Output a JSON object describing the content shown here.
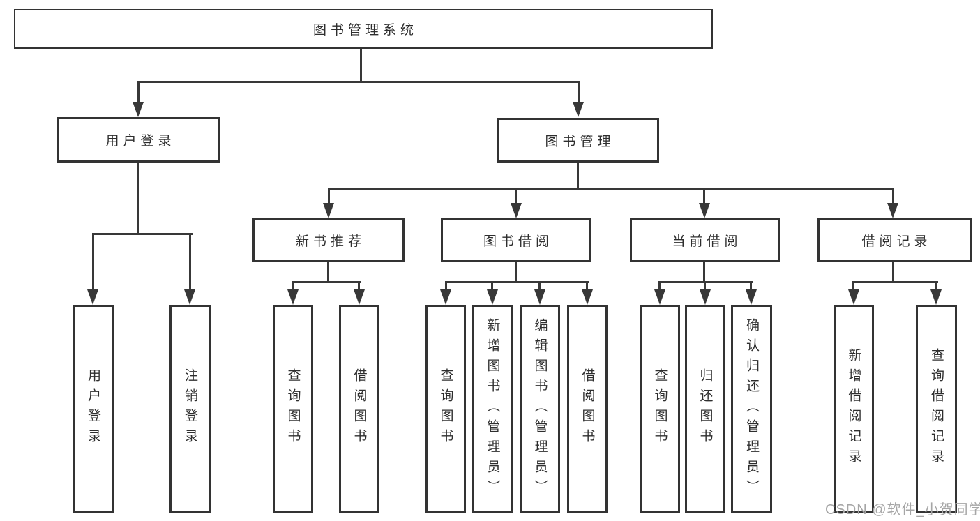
{
  "diagram": {
    "root": "图书管理系统",
    "branches": {
      "0": {
        "label": "用户登录",
        "children": {
          "0": "用户登录",
          "1": "注销登录"
        }
      },
      "1": {
        "label": "图书管理",
        "sections": {
          "0": {
            "label": "新书推荐",
            "children": {
              "0": "查询图书",
              "1": "借阅图书"
            }
          },
          "1": {
            "label": "图书借阅",
            "children": {
              "0": "查询图书",
              "1": "新增图书（管理员）",
              "2": "编辑图书（管理员）",
              "3": "借阅图书"
            }
          },
          "2": {
            "label": "当前借阅",
            "children": {
              "0": "查询图书",
              "1": "归还图书",
              "2": "确认归还（管理员）"
            }
          },
          "3": {
            "label": "借阅记录",
            "children": {
              "0": "新增借阅记录",
              "1": "查询借阅记录"
            }
          }
        }
      }
    }
  },
  "watermark": {
    "text": "CSDN @软件_小贺同学"
  },
  "colors": {
    "background": "#ffffff",
    "line": "#383838",
    "box_border": "#333333",
    "text": "#2e2e2e",
    "watermark": "#a6a6a6"
  }
}
